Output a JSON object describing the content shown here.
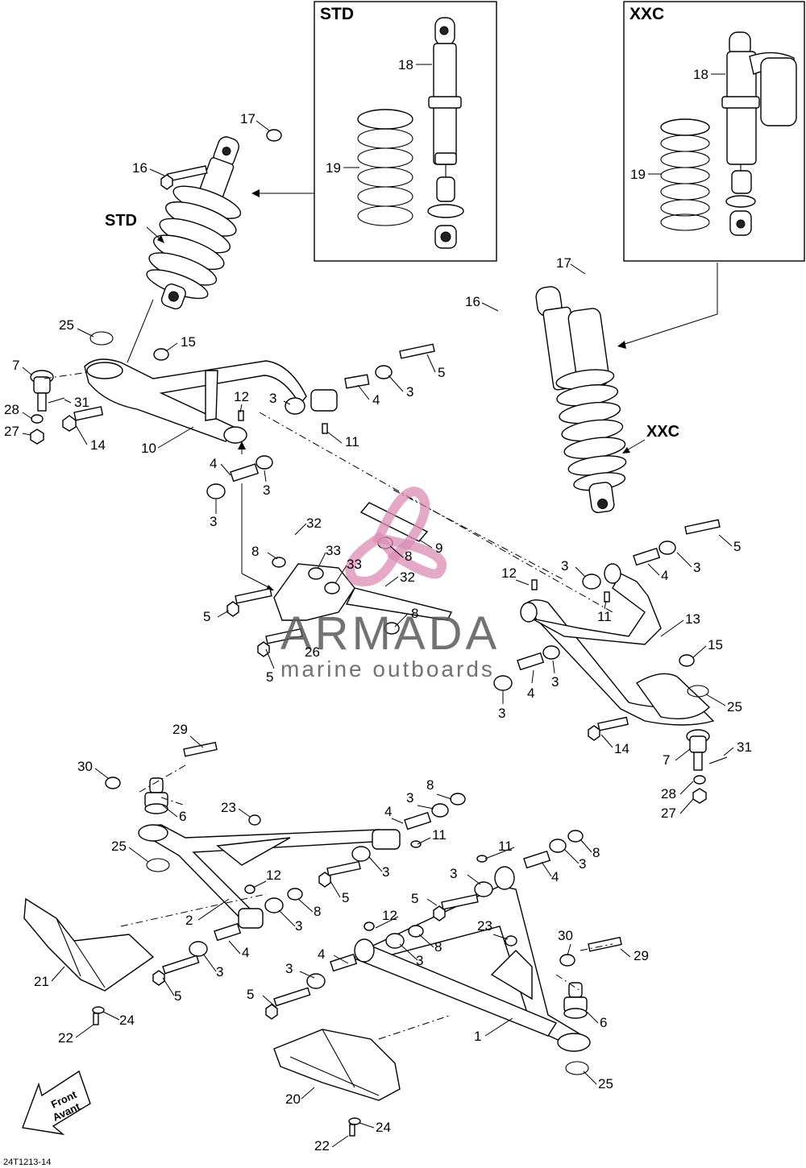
{
  "diagram": {
    "code": "24T1213-14",
    "inset_std_title": "STD",
    "inset_xxc_title": "XXC",
    "std_label": "STD",
    "xxc_label": "XXC",
    "front_arrow": {
      "line1": "Front",
      "line2": "Avant"
    },
    "watermark": {
      "brand": "ARMADA",
      "tagline": "marine outboards",
      "accent": "#d98cb3"
    },
    "callouts": [
      {
        "t": "17"
      },
      {
        "t": "16"
      },
      {
        "t": "25"
      },
      {
        "t": "15"
      },
      {
        "t": "7"
      },
      {
        "t": "31"
      },
      {
        "t": "28"
      },
      {
        "t": "27"
      },
      {
        "t": "14"
      },
      {
        "t": "10"
      },
      {
        "t": "12"
      },
      {
        "t": "3"
      },
      {
        "t": "11"
      },
      {
        "t": "4"
      },
      {
        "t": "3"
      },
      {
        "t": "5"
      },
      {
        "t": "4"
      },
      {
        "t": "3"
      },
      {
        "t": "3"
      },
      {
        "t": "32"
      },
      {
        "t": "9"
      },
      {
        "t": "8"
      },
      {
        "t": "33"
      },
      {
        "t": "33"
      },
      {
        "t": "8"
      },
      {
        "t": "32"
      },
      {
        "t": "5"
      },
      {
        "t": "8"
      },
      {
        "t": "26"
      },
      {
        "t": "5"
      },
      {
        "t": "17"
      },
      {
        "t": "16"
      },
      {
        "t": "18"
      },
      {
        "t": "19"
      },
      {
        "t": "18"
      },
      {
        "t": "19"
      },
      {
        "t": "3"
      },
      {
        "t": "4"
      },
      {
        "t": "3"
      },
      {
        "t": "5"
      },
      {
        "t": "12"
      },
      {
        "t": "11"
      },
      {
        "t": "13"
      },
      {
        "t": "15"
      },
      {
        "t": "25"
      },
      {
        "t": "4"
      },
      {
        "t": "3"
      },
      {
        "t": "3"
      },
      {
        "t": "14"
      },
      {
        "t": "7"
      },
      {
        "t": "31"
      },
      {
        "t": "28"
      },
      {
        "t": "27"
      },
      {
        "t": "29"
      },
      {
        "t": "30"
      },
      {
        "t": "6"
      },
      {
        "t": "25"
      },
      {
        "t": "23"
      },
      {
        "t": "8"
      },
      {
        "t": "3"
      },
      {
        "t": "4"
      },
      {
        "t": "11"
      },
      {
        "t": "3"
      },
      {
        "t": "12"
      },
      {
        "t": "5"
      },
      {
        "t": "2"
      },
      {
        "t": "8"
      },
      {
        "t": "3"
      },
      {
        "t": "4"
      },
      {
        "t": "3"
      },
      {
        "t": "5"
      },
      {
        "t": "21"
      },
      {
        "t": "24"
      },
      {
        "t": "22"
      },
      {
        "t": "11"
      },
      {
        "t": "8"
      },
      {
        "t": "3"
      },
      {
        "t": "3"
      },
      {
        "t": "4"
      },
      {
        "t": "5"
      },
      {
        "t": "12"
      },
      {
        "t": "8"
      },
      {
        "t": "3"
      },
      {
        "t": "23"
      },
      {
        "t": "30"
      },
      {
        "t": "29"
      },
      {
        "t": "4"
      },
      {
        "t": "3"
      },
      {
        "t": "5"
      },
      {
        "t": "1"
      },
      {
        "t": "6"
      },
      {
        "t": "25"
      },
      {
        "t": "20"
      },
      {
        "t": "24"
      },
      {
        "t": "22"
      }
    ]
  }
}
